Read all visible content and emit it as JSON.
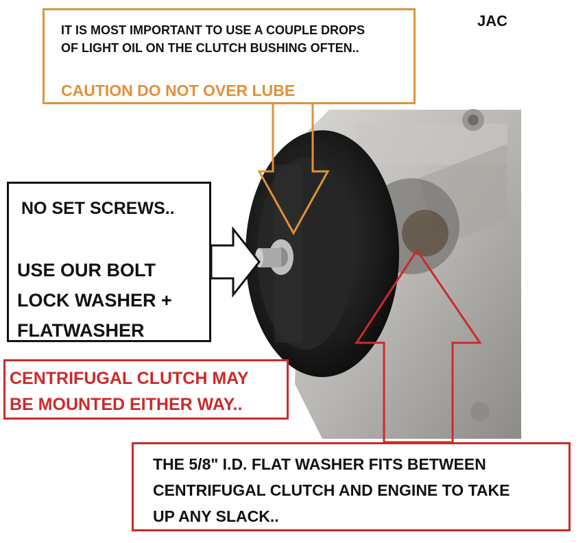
{
  "colors": {
    "orange": "#e0913a",
    "red": "#cc2a2a",
    "black": "#111111"
  },
  "photo": {
    "icon": "engine-clutch-photo"
  },
  "label_jac": "JAC",
  "top_note": {
    "line1": "IT IS MOST IMPORTANT TO USE A COUPLE DROPS",
    "line2": "OF LIGHT OIL ON THE CLUTCH BUSHING OFTEN..",
    "caution": "CAUTION DO NOT OVER LUBE"
  },
  "left_note": {
    "heading": "NO SET SCREWS..",
    "line1": "USE OUR BOLT",
    "line2": "LOCK WASHER +",
    "line3": "FLATWASHER"
  },
  "mid_note": {
    "line1": "CENTRIFUGAL CLUTCH MAY",
    "line2": "BE MOUNTED EITHER WAY.."
  },
  "bottom_note": {
    "line1": "THE  5/8\" I.D. FLAT WASHER FITS BETWEEN",
    "line2": "CENTRIFUGAL CLUTCH AND ENGINE TO TAKE",
    "line3": "UP ANY SLACK.."
  }
}
